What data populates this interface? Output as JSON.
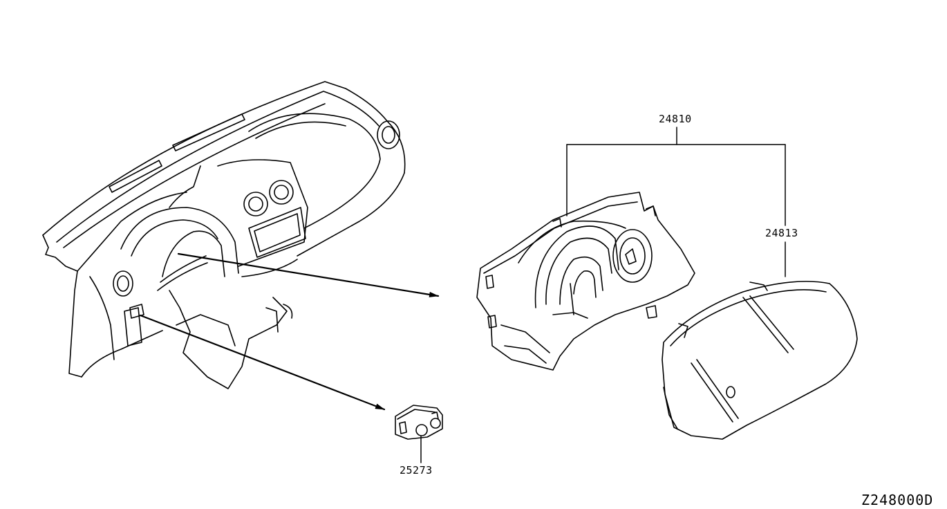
{
  "diagram": {
    "parts": [
      {
        "id": "p1",
        "number": "24810"
      },
      {
        "id": "p2",
        "number": "24813"
      },
      {
        "id": "p3",
        "number": "25273"
      }
    ],
    "drawing_code": "Z248000D"
  }
}
